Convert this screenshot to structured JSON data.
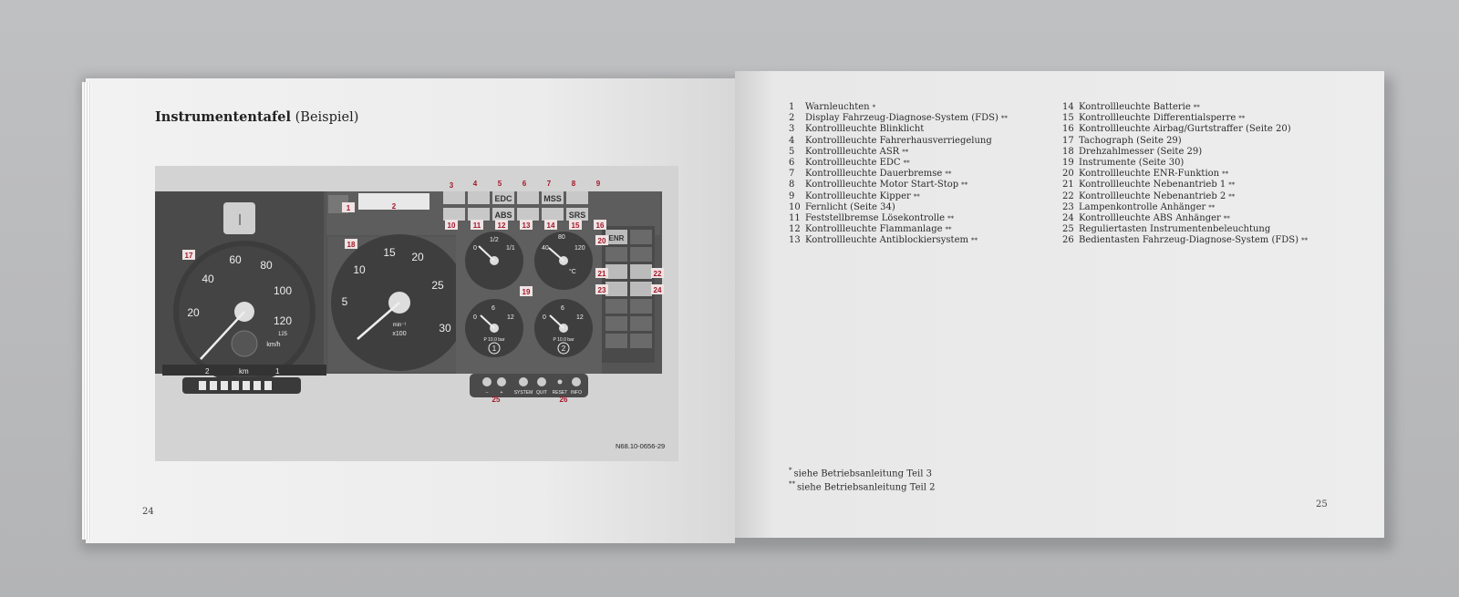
{
  "left_page": {
    "title_bold": "Instrumententafel",
    "title_normal": "(Beispiel)",
    "page_number": "24",
    "figure_code": "N68.10-0656-29"
  },
  "right_page": {
    "page_number": "25",
    "legend_left": [
      {
        "n": "1",
        "text": "Warnleuchten",
        "star": "*"
      },
      {
        "n": "2",
        "text": "Display Fahrzeug-Diagnose-System (FDS)",
        "star": "**"
      },
      {
        "n": "3",
        "text": "Kontrollleuchte Blinklicht",
        "star": ""
      },
      {
        "n": "4",
        "text": "Kontrollleuchte Fahrerhausverriegelung",
        "star": ""
      },
      {
        "n": "5",
        "text": "Kontrollleuchte ASR",
        "star": "**"
      },
      {
        "n": "6",
        "text": "Kontrollleuchte EDC",
        "star": "**"
      },
      {
        "n": "7",
        "text": "Kontrollleuchte Dauerbremse",
        "star": "**"
      },
      {
        "n": "8",
        "text": "Kontrollleuchte Motor Start-Stop",
        "star": "**"
      },
      {
        "n": "9",
        "text": "Kontrollleuchte Kipper",
        "star": "**"
      },
      {
        "n": "10",
        "text": "Fernlicht (Seite 34)",
        "star": ""
      },
      {
        "n": "11",
        "text": "Feststellbremse Lösekontrolle",
        "star": "**"
      },
      {
        "n": "12",
        "text": "Kontrollleuchte Flammanlage",
        "star": "**"
      },
      {
        "n": "13",
        "text": "Kontrollleuchte Antiblockiersystem",
        "star": "**"
      }
    ],
    "legend_right": [
      {
        "n": "14",
        "text": "Kontrollleuchte Batterie",
        "star": "**"
      },
      {
        "n": "15",
        "text": "Kontrollleuchte Differentialsperre",
        "star": "**"
      },
      {
        "n": "16",
        "text": "Kontrollleuchte Airbag/Gurtstraffer (Seite 20)",
        "star": ""
      },
      {
        "n": "17",
        "text": "Tachograph (Seite 29)",
        "star": ""
      },
      {
        "n": "18",
        "text": "Drehzahlmesser (Seite 29)",
        "star": ""
      },
      {
        "n": "19",
        "text": "Instrumente (Seite 30)",
        "star": ""
      },
      {
        "n": "20",
        "text": "Kontrollleuchte ENR-Funktion",
        "star": "**"
      },
      {
        "n": "21",
        "text": "Kontrollleuchte Nebenantrieb 1",
        "star": "**"
      },
      {
        "n": "22",
        "text": "Kontrollleuchte Nebenantrieb 2",
        "star": "**"
      },
      {
        "n": "23",
        "text": "Lampenkontrolle Anhänger",
        "star": "**"
      },
      {
        "n": "24",
        "text": "Kontrollleuchte ABS Anhänger",
        "star": "**"
      },
      {
        "n": "25",
        "text": "Reguliertasten Instrumentenbeleuchtung",
        "star": ""
      },
      {
        "n": "26",
        "text": "Bedientasten Fahrzeug-Diagnose-System (FDS)",
        "star": "**"
      }
    ],
    "footnotes": [
      {
        "mark": "*",
        "text": "siehe Betriebsanleitung Teil 3"
      },
      {
        "mark": "**",
        "text": "siehe Betriebsanleitung Teil 2"
      }
    ]
  },
  "dashboard": {
    "callouts": [
      "1",
      "2",
      "3",
      "4",
      "5",
      "6",
      "7",
      "8",
      "9",
      "10",
      "11",
      "12",
      "13",
      "14",
      "15",
      "16",
      "17",
      "18",
      "19",
      "20",
      "21",
      "22",
      "23",
      "24",
      "25",
      "26"
    ],
    "speedo_ticks": [
      "20",
      "40",
      "60",
      "80",
      "100",
      "120"
    ],
    "speedo_unit": "km/h",
    "speedo_small": "125",
    "odometer_label": "km",
    "odometer_left": "2",
    "odometer_right": "1",
    "tacho_ticks": [
      "5",
      "10",
      "15",
      "20",
      "25",
      "30"
    ],
    "tacho_unit": "min⁻¹",
    "tacho_factor": "x100",
    "fuel_ticks": [
      "0",
      "1/2",
      "1/1"
    ],
    "temp_ticks": [
      "40",
      "80",
      "120"
    ],
    "temp_unit": "°C",
    "pressure_ticks": [
      "0",
      "6",
      "12"
    ],
    "pressure_unit": "P 10.0 bar",
    "pressure_1": "1",
    "pressure_2": "2",
    "lamps_top": [
      "EDC",
      "MSS"
    ],
    "lamps_bottom": [
      "ABS",
      "SRS"
    ],
    "enr_label": "ENR",
    "buttons": [
      "–",
      "+",
      "SYSTEM",
      "QUIT",
      "RESET",
      "INFO"
    ]
  }
}
